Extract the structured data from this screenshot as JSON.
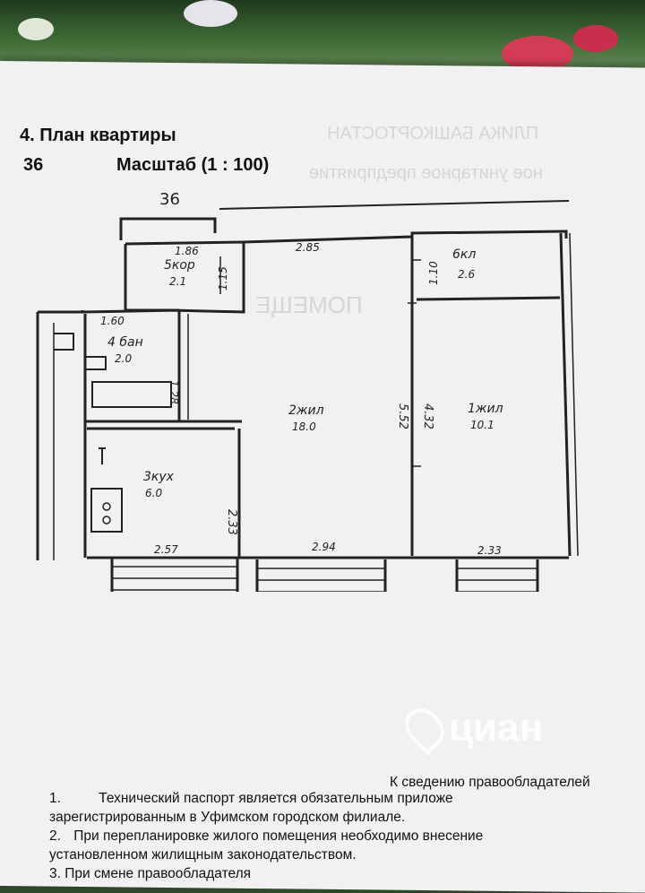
{
  "header": {
    "title": "4. План квартиры",
    "number": "36",
    "scale": "Масштаб (1 : 100)"
  },
  "plan": {
    "top_label": "36",
    "rooms": [
      {
        "name": "5кор",
        "area": "2.1",
        "dim_top": "1.86",
        "dim_side": "1.15"
      },
      {
        "name": "4 бан",
        "area": "2.0",
        "dim_top": "1.60",
        "dim_side": "1.28"
      },
      {
        "name": "3кух",
        "area": "6.0",
        "dim_bottom": "2.57",
        "dim_side": "2.33"
      },
      {
        "name": "2жил",
        "area": "18.0",
        "dim_top": "2.85",
        "dim_bottom": "2.94",
        "dim_side": "5.52"
      },
      {
        "name": "6кл",
        "area": "2.6",
        "dim_side": "1.10"
      },
      {
        "name": "1жил",
        "area": "10.1",
        "dim_bottom": "2.33",
        "dim_side": "4.32"
      }
    ]
  },
  "footer": {
    "right_head": "К сведению правообладателей",
    "line1_num": "1.",
    "line1": "Технический паспорт является обязательным приложе",
    "line1b": "зарегистрированным в Уфимском городском филиале.",
    "line2_num": "2.",
    "line2": "При перепланировке жилого помещения необходимо внесение",
    "line2b": "установленном жилищным законодательством.",
    "line3": "3. При смене правообладателя"
  },
  "ghost_text": {
    "g1": "ПЛИКА БАШКОРТОСТАН",
    "g2": "ное унитарное предприятие",
    "g3": "ПОМЕЩЕ"
  },
  "watermark": {
    "text": "циан"
  }
}
